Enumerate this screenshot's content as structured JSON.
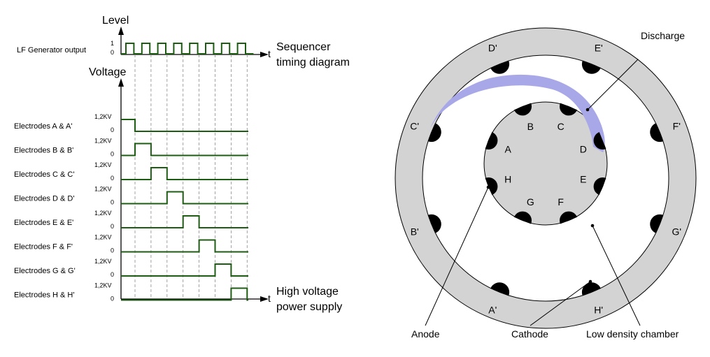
{
  "timing": {
    "level_label": "Level",
    "voltage_label": "Voltage",
    "t_label": "t",
    "generator": {
      "name": "LF Generator output",
      "high": "1",
      "low": "0"
    },
    "sequencer_caption": [
      "Sequencer",
      "timing diagram"
    ],
    "power_caption": [
      "High voltage",
      "power supply"
    ],
    "level_high": "1,2KV",
    "level_low": "0",
    "electrodes": [
      {
        "name": "Electrodes A & A'",
        "pulse_slot": 0
      },
      {
        "name": "Electrodes B & B'",
        "pulse_slot": 1
      },
      {
        "name": "Electrodes C & C'",
        "pulse_slot": 2
      },
      {
        "name": "Electrodes D & D'",
        "pulse_slot": 3
      },
      {
        "name": "Electrodes E & E'",
        "pulse_slot": 4
      },
      {
        "name": "Electrodes F & F'",
        "pulse_slot": 5
      },
      {
        "name": "Electrodes G & G'",
        "pulse_slot": 6
      },
      {
        "name": "Electrodes H & H'",
        "pulse_slot": 7
      }
    ]
  },
  "chamber": {
    "outer_labels": [
      "D'",
      "E'",
      "F'",
      "G'",
      "H'",
      "A'",
      "B'",
      "C'"
    ],
    "inner_labels": [
      "B",
      "C",
      "D",
      "E",
      "F",
      "G",
      "H",
      "A"
    ],
    "callouts": {
      "discharge": "Discharge",
      "anode": "Anode",
      "cathode": "Cathode",
      "low_density": "Low density chamber"
    },
    "colors": {
      "ring": "#d3d3d3",
      "discharge": "#a8a8e8",
      "electrode": "#000000",
      "signal": "#1e5c14"
    }
  }
}
